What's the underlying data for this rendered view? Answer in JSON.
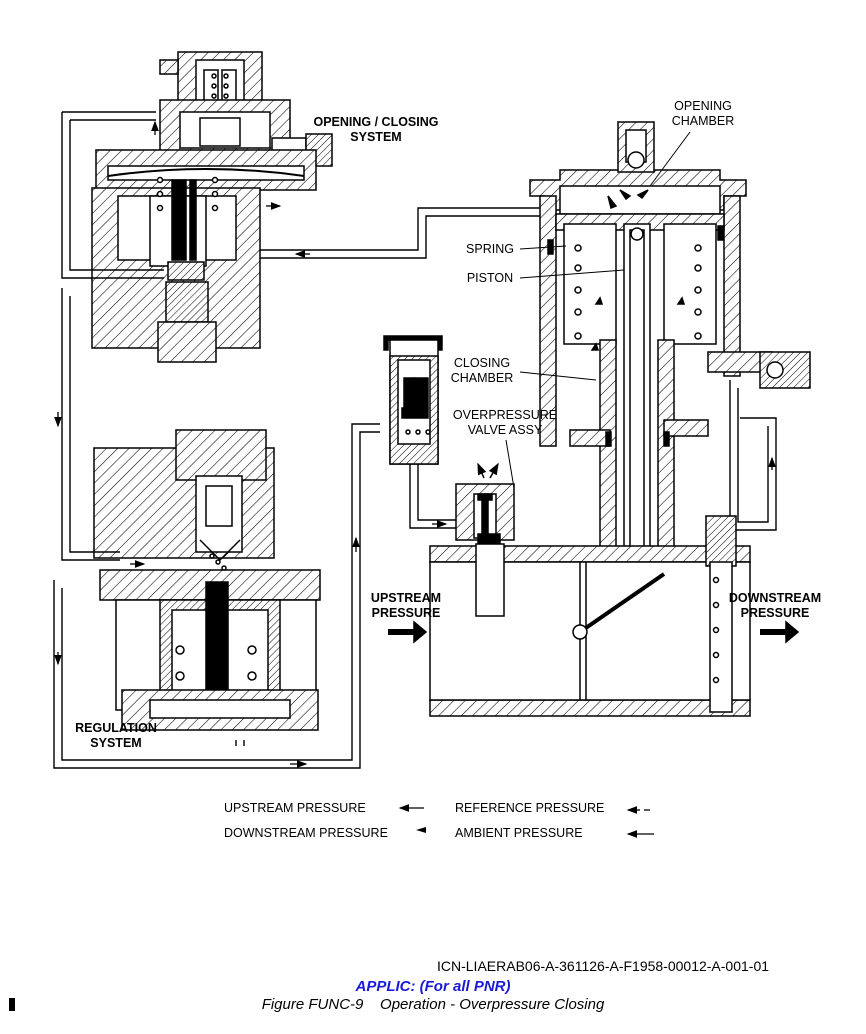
{
  "labels": {
    "opening_closing_system_line1": "OPENING / CLOSING",
    "opening_closing_system_line2": "SYSTEM",
    "opening_chamber_line1": "OPENING",
    "opening_chamber_line2": "CHAMBER",
    "spring": "SPRING",
    "piston": "PISTON",
    "closing_chamber_line1": "CLOSING",
    "closing_chamber_line2": "CHAMBER",
    "overpressure_valve_line1": "OVERPRESSURE",
    "overpressure_valve_line2": "VALVE ASSY",
    "upstream_pressure_line1": "UPSTREAM",
    "upstream_pressure_line2": "PRESSURE",
    "downstream_pressure_line1": "DOWNSTREAM",
    "downstream_pressure_line2": "PRESSURE",
    "regulation_system_line1": "REGULATION",
    "regulation_system_line2": "SYSTEM"
  },
  "legend": {
    "upstream": "UPSTREAM PRESSURE",
    "downstream": "DOWNSTREAM PRESSURE",
    "reference": "REFERENCE PRESSURE",
    "ambient": "AMBIENT PRESSURE"
  },
  "footer": {
    "icn": "ICN-LIAERAB06-A-361126-A-F1958-00012-A-001-01",
    "applic": "APPLIC: (For all PNR)",
    "figure_number": "Figure FUNC-9",
    "figure_title": "Operation - Overpressure Closing"
  },
  "colors": {
    "applic": "#1a1ad6",
    "line": "#000000"
  }
}
